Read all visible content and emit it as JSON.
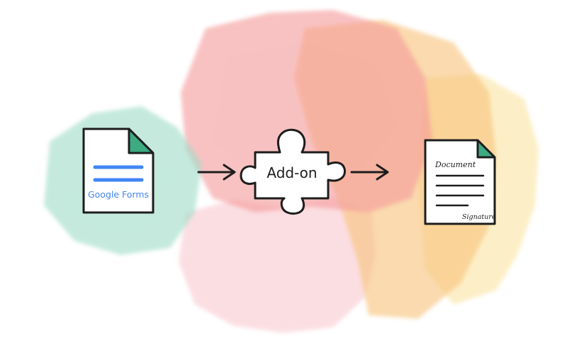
{
  "source_node": {
    "label": "Google Forms",
    "icon": "google-forms-icon",
    "accent_color": "#4285F4",
    "corner_color": "#3DAA82"
  },
  "addon_node": {
    "label": "Add-on",
    "icon": "puzzle-piece-icon"
  },
  "output_node": {
    "title": "Document",
    "signature": "Signature",
    "icon": "signed-document-icon",
    "corner_color": "#3DAA82"
  },
  "splash_colors": {
    "teal": "#9FDCC8",
    "red": "#F59A9A",
    "pink": "#F8C4CC",
    "orange": "#F8C27A",
    "yellow": "#FAE29A"
  }
}
